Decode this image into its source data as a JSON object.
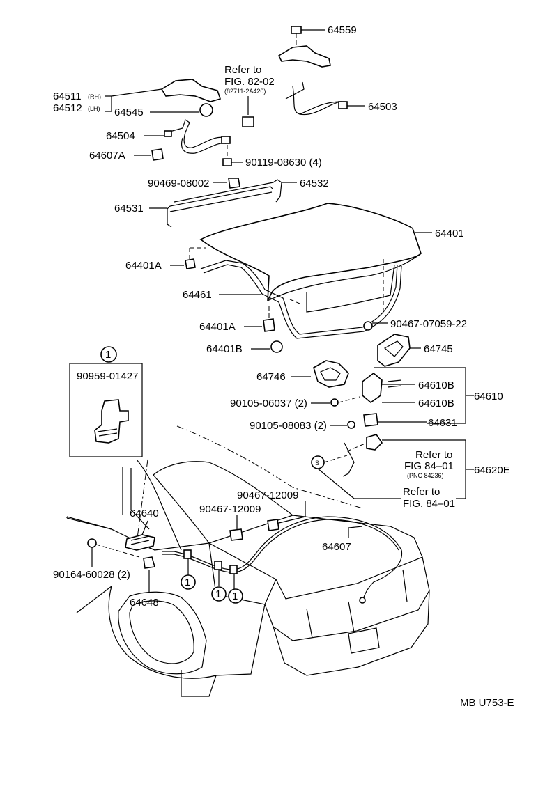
{
  "diagram_code": "MB U753-E",
  "inset": {
    "number": "1",
    "part": "90959-01427"
  },
  "refs": {
    "fig8202_l1": "Refer to",
    "fig8202_l2": "FIG. 82-02",
    "fig8202_l3": "(82711-2A420)",
    "fig8401a_l1": "Refer to",
    "fig8401a_l2": "FIG 84–01",
    "fig8401a_l3": "(PNC 84236)",
    "fig8401b_l1": "Refer to",
    "fig8401b_l2": "FIG. 84–01",
    "s_marker": "S"
  },
  "labels": {
    "p64559": "64559",
    "p64511": "64511",
    "p64511_rh": "(RH)",
    "p64512": "64512",
    "p64512_lh": "(LH)",
    "p64545": "64545",
    "p64503": "64503",
    "p64504": "64504",
    "p64607A": "64607A",
    "p90119": "90119-08630 (4)",
    "p90469": "90469-08002",
    "p64532": "64532",
    "p64531": "64531",
    "p64401": "64401",
    "p64401A_1": "64401A",
    "p64461": "64461",
    "p64401A_2": "64401A",
    "p90467_07059": "90467-07059-22",
    "p64401B": "64401B",
    "p64745": "64745",
    "p64746": "64746",
    "p64610B_1": "64610B",
    "p64610": "64610",
    "p90105_06037": "90105-06037 (2)",
    "p64610B_2": "64610B",
    "p90105_08083": "90105-08083 (2)",
    "p64631": "64631",
    "p64620E": "64620E",
    "p90467_12009_a": "90467-12009",
    "p90467_12009_b": "90467-12009",
    "p64640": "64640",
    "p64607": "64607",
    "p90164": "90164-60028 (2)",
    "p64648": "64648"
  },
  "callouts": [
    "1",
    "1",
    "1"
  ]
}
